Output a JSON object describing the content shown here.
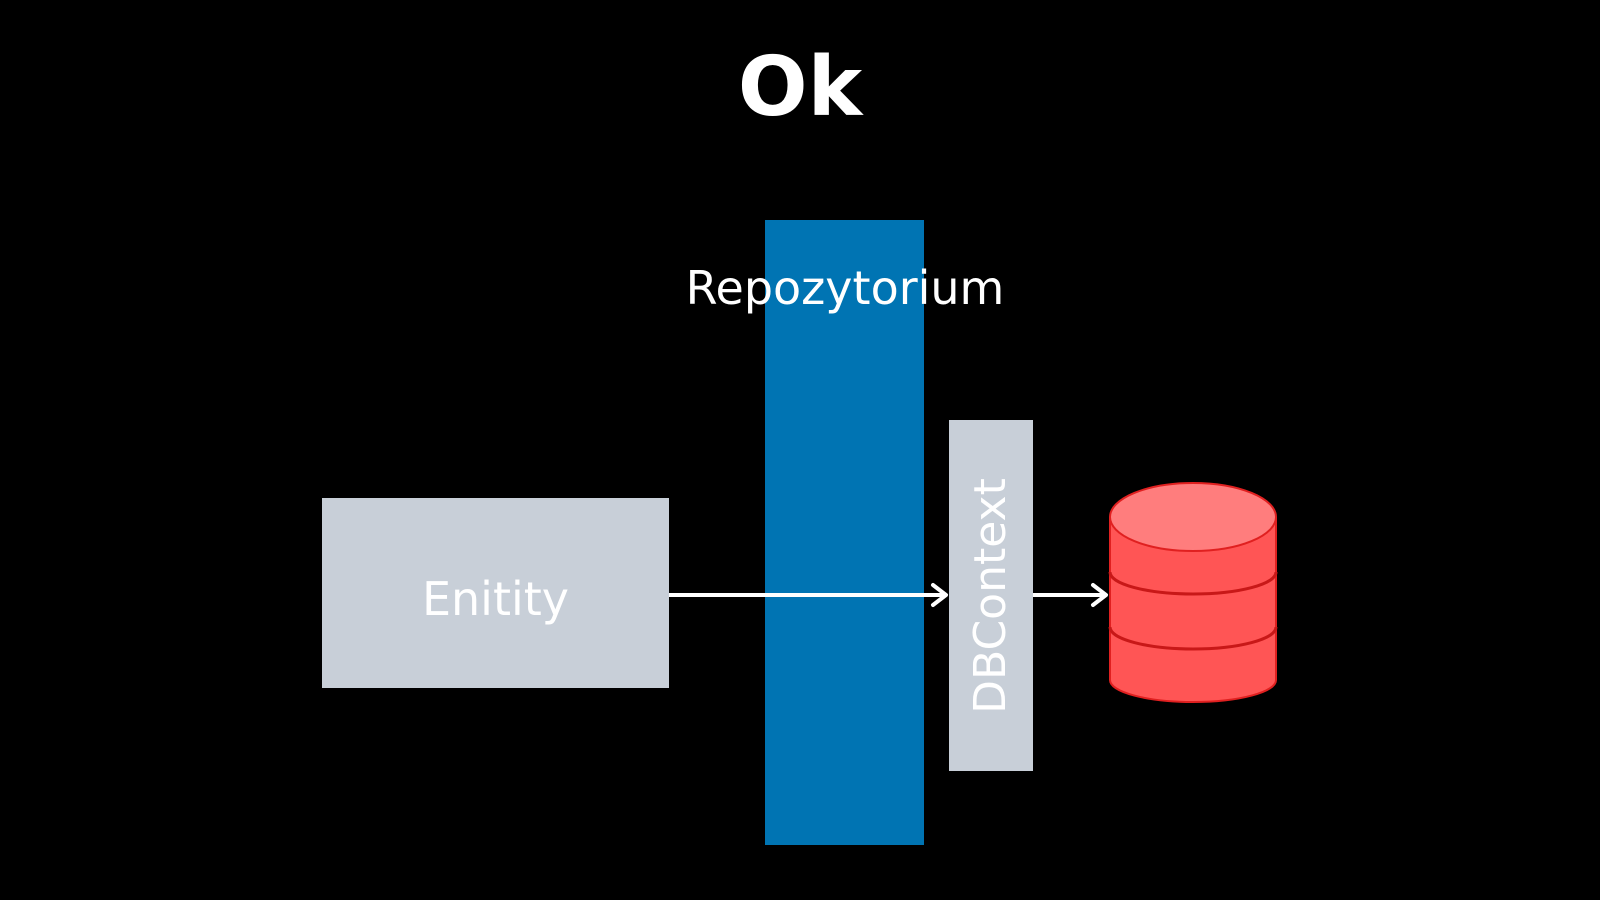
{
  "title": "Ok",
  "diagram": {
    "repository": {
      "label": "Repozytorium",
      "color": "#0074b3"
    },
    "entity": {
      "label": "Enitity",
      "color": "#c8cfd8"
    },
    "dbcontext": {
      "label": "DBContext",
      "color": "#c8cfd8"
    },
    "database": {
      "icon": "database-icon",
      "color": "#ff5555"
    },
    "connectors": [
      {
        "from": "entity",
        "to": "dbcontext",
        "color": "#ffffff"
      },
      {
        "from": "dbcontext",
        "to": "database",
        "color": "#ffffff"
      }
    ]
  }
}
